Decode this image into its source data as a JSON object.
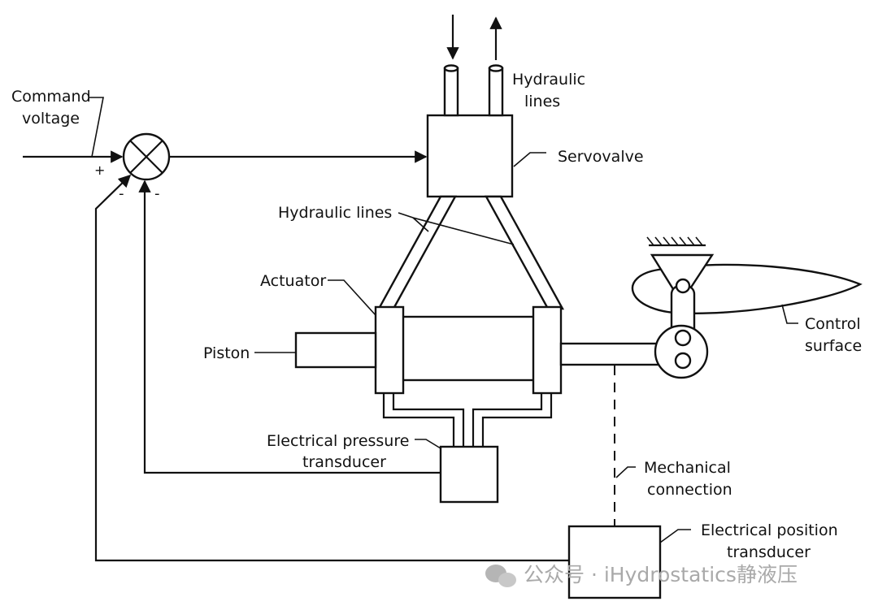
{
  "labels": {
    "command_voltage_1": "Command",
    "command_voltage_2": "voltage",
    "hydraulic_lines_top_1": "Hydraulic",
    "hydraulic_lines_top_2": "lines",
    "servovalve": "Servovalve",
    "hydraulic_lines_mid": "Hydraulic lines",
    "actuator": "Actuator",
    "piston": "Piston",
    "control_surface_1": "Control",
    "control_surface_2": "surface",
    "pressure_transducer_1": "Electrical pressure",
    "pressure_transducer_2": "transducer",
    "mechanical_connection_1": "Mechanical",
    "mechanical_connection_2": "connection",
    "position_transducer_1": "Electrical position",
    "position_transducer_2": "transducer"
  },
  "signs": {
    "plus": "+",
    "minus_position": "-",
    "minus_pressure": "-"
  },
  "watermark": {
    "text": "公众号 · iHydrostatics静液压"
  }
}
